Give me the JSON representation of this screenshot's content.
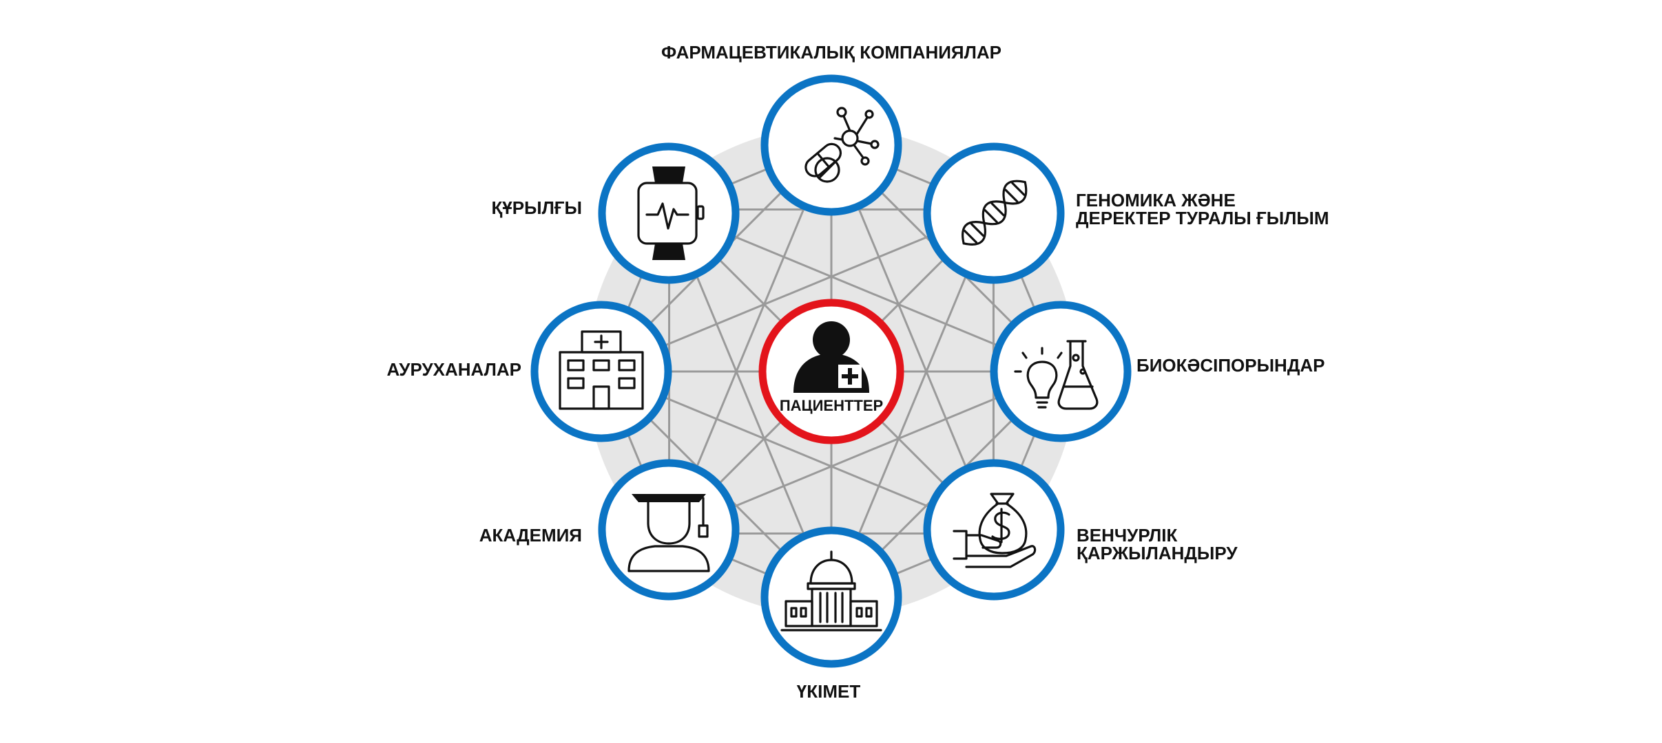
{
  "colors": {
    "ring_blue": "#0b74c4",
    "ring_red": "#e3141b",
    "background_disc": "#e6e6e6",
    "mesh_line": "#9a9a9a",
    "text": "#111111"
  },
  "center": {
    "label": "ПАЦИЕНТТЕР",
    "icon": "patient-icon"
  },
  "nodes": [
    {
      "id": "pharma",
      "lines": [
        "ФАРМАЦЕВТИКАЛЫҚ КОМПАНИЯЛАР"
      ],
      "icon": "pills-molecule-icon"
    },
    {
      "id": "genomics",
      "lines": [
        "ГЕНОМИКА ЖӘНЕ",
        "ДЕРЕКТЕР ТУРАЛЫ ҒЫЛЫМ"
      ],
      "icon": "dna-icon"
    },
    {
      "id": "biotech",
      "lines": [
        "БИОКӘСІПОРЫНДАР"
      ],
      "icon": "bulb-flask-icon"
    },
    {
      "id": "venture",
      "lines": [
        "ВЕНЧУРЛІК",
        "ҚАРЖЫЛАНДЫРУ"
      ],
      "icon": "money-bag-hand-icon"
    },
    {
      "id": "government",
      "lines": [
        "ҮКІМЕТ"
      ],
      "icon": "capitol-icon"
    },
    {
      "id": "academia",
      "lines": [
        "АКАДЕМИЯ"
      ],
      "icon": "graduate-icon"
    },
    {
      "id": "hospitals",
      "lines": [
        "АУРУХАНАЛАР"
      ],
      "icon": "hospital-icon"
    },
    {
      "id": "devices",
      "lines": [
        "ҚҰРЫЛҒЫ"
      ],
      "icon": "smartwatch-icon"
    }
  ]
}
